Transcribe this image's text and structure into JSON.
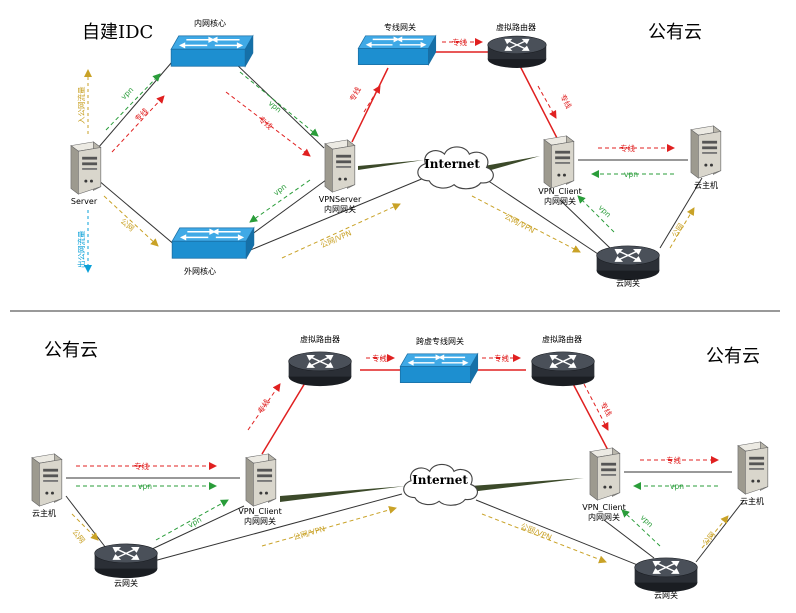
{
  "colors": {
    "line": "#333333",
    "dedicated": "#e02020",
    "vpn": "#2a9d3a",
    "public": "#c9a227",
    "public_vpn": "#d4a017",
    "outbound": "#0aa0d8",
    "switch_blue": "#1d8fd0",
    "router_dark": "#2b2f36",
    "server_body": "#d9d6cc"
  },
  "top": {
    "title_idc": "自建IDC",
    "title_cloud": "公有云",
    "switch_internal": "内网核心",
    "switch_external": "外网核心",
    "switch_dedicated": "专线网关",
    "router_virtual": "虚拟路由器",
    "server": "Server",
    "vpn_server_1": "VPNServer",
    "vpn_server_2": "内网网关",
    "vpn_client_1": "VPN_Client",
    "vpn_client_2": "内网网关",
    "cloud_host": "云主机",
    "cloud_gateway": "云网关",
    "internet": "Internet",
    "lbl_vpn": "vpn",
    "lbl_dedicated": "专线",
    "lbl_public": "公网",
    "lbl_public_vpn": "公网/VPN",
    "lbl_inbound": "入公网流量",
    "lbl_outbound": "出公网流量"
  },
  "bottom": {
    "title_left": "公有云",
    "title_right": "公有云",
    "router_left": "虚拟路由器",
    "router_right": "虚拟路由器",
    "switch_cross": "跨虚专线网关",
    "cloud_host_left": "云主机",
    "cloud_host_right": "云主机",
    "vpn_client_left_1": "VPN_Client",
    "vpn_client_left_2": "内网网关",
    "vpn_client_right_1": "VPN_Client",
    "vpn_client_right_2": "内网网关",
    "cloud_gateway_left": "云网关",
    "cloud_gateway_right": "云网关",
    "internet": "Internet",
    "lbl_vpn": "vpn",
    "lbl_dedicated": "专线",
    "lbl_public": "公网",
    "lbl_public_vpn": "公网/VPN"
  }
}
